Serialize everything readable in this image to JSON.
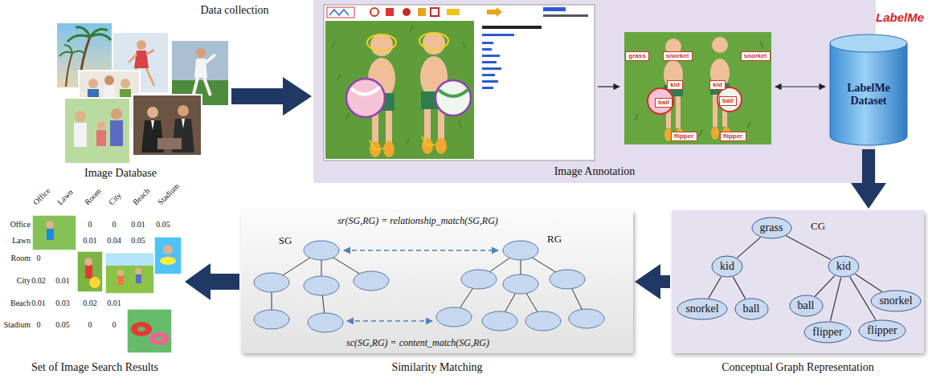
{
  "diagram": {
    "nodes": [
      {
        "text": [
          "Image Annotation"
        ]
      },
      {
        "text": [
          "grass"
        ],
        "in": 0
      },
      {
        "text": [
          "snorkel"
        ],
        "in": 0
      },
      {
        "text": [
          "snorkel"
        ],
        "in": 0
      },
      {
        "text": [
          "kid"
        ],
        "in": 0
      },
      {
        "text": [
          "kid"
        ],
        "in": 0
      },
      {
        "text": [
          "ball"
        ],
        "in": 0
      },
      {
        "text": [
          "ball"
        ],
        "in": 0
      },
      {
        "text": [
          "flipper"
        ],
        "in": 0
      },
      {
        "text": [
          "flipper"
        ],
        "in": 0
      },
      {
        "text": [
          "LabelMe Dataset"
        ]
      },
      {
        "text": [
          "Conceptual Graph Representation"
        ]
      },
      {
        "text": [
          "grass"
        ],
        "in": 11
      },
      {
        "text": [
          "kid"
        ],
        "in": 11
      },
      {
        "text": [
          "kid"
        ],
        "in": 11
      },
      {
        "text": [
          "snorkel"
        ],
        "in": 11
      },
      {
        "text": [
          "ball"
        ],
        "in": 11
      },
      {
        "text": [
          "ball"
        ],
        "in": 11
      },
      {
        "text": [
          "snorkel"
        ],
        "in": 11
      },
      {
        "text": [
          "flipper"
        ],
        "in": 11
      },
      {
        "text": [
          "flipper"
        ],
        "in": 11
      },
      {
        "text": [
          "Similarity Matching"
        ]
      }
    ],
    "edges": [
      {
        "from": 10,
        "to": 11,
        "arrow": "to"
      },
      {
        "from": 11,
        "to": 21,
        "arrow": "to"
      },
      {
        "from": 12,
        "to": 13,
        "arrow": "none"
      },
      {
        "from": 12,
        "to": 14,
        "arrow": "none"
      },
      {
        "from": 13,
        "to": 15,
        "arrow": "none"
      },
      {
        "from": 13,
        "to": 16,
        "arrow": "none"
      },
      {
        "from": 14,
        "to": 17,
        "arrow": "none"
      },
      {
        "from": 14,
        "to": 18,
        "arrow": "none"
      },
      {
        "from": 14,
        "to": 19,
        "arrow": "none"
      },
      {
        "from": 14,
        "to": 20,
        "arrow": "none"
      }
    ],
    "labels": [
      "Data collection",
      "Image Database",
      "LabelMe",
      "CG",
      "SG",
      "RG",
      "sr(SG,RG) = relationship_match(SG,RG)",
      "sc(SG,RG) = content_match(SG,RG)",
      "Set of Image Search Results",
      "Office",
      "Lawn",
      "Room",
      "City",
      "Beach",
      "Stadium",
      "Office",
      "Lawn",
      "Room",
      "City",
      "Beach",
      "Stadium",
      "0",
      "0",
      "0.01",
      "0.05",
      "0.01",
      "0.04",
      "0.05",
      "0",
      "0.02",
      "0.01",
      "0.01",
      "0.03",
      "0.02",
      "0.01",
      "0",
      "0.05",
      "0",
      "0"
    ]
  }
}
